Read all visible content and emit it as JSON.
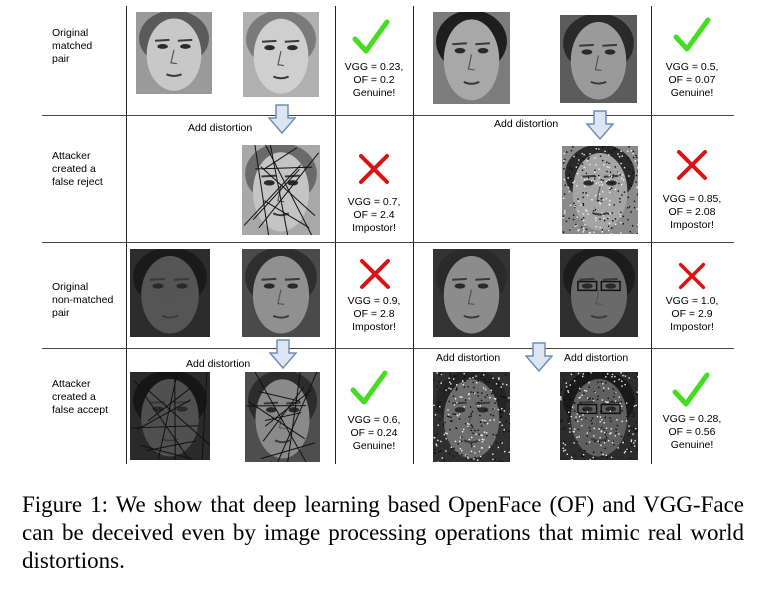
{
  "rows": [
    {
      "label": [
        "Original",
        "matched",
        "pair"
      ],
      "left_result": {
        "mark": "check",
        "lines": [
          "VGG = 0.23,",
          "OF = 0.2",
          "Genuine!"
        ]
      },
      "right_result": {
        "mark": "check",
        "lines": [
          "VGG = 0.5,",
          "OF = 0.07",
          "Genuine!"
        ]
      }
    },
    {
      "label": [
        "Attacker",
        "created a",
        "false reject"
      ],
      "left_result": {
        "mark": "cross",
        "lines": [
          "VGG = 0.7,",
          "OF = 2.4",
          "Impostor!"
        ]
      },
      "right_result": {
        "mark": "cross",
        "lines": [
          "VGG = 0.85,",
          "OF = 2.08",
          "Impostor!"
        ]
      }
    },
    {
      "label": [
        "Original",
        "non-matched",
        "pair"
      ],
      "left_result": {
        "mark": "cross",
        "lines": [
          "VGG = 0.9,",
          "OF = 2.8",
          "Impostor!"
        ]
      },
      "right_result": {
        "mark": "cross",
        "lines": [
          "VGG = 1.0,",
          "OF = 2.9",
          "Impostor!"
        ]
      }
    },
    {
      "label": [
        "Attacker",
        "created a",
        "false accept"
      ],
      "left_result": {
        "mark": "check",
        "lines": [
          "VGG = 0.6,",
          "OF = 0.24",
          "Genuine!"
        ]
      },
      "right_result": {
        "mark": "check",
        "lines": [
          "VGG = 0.28,",
          "OF = 0.56",
          "Genuine!"
        ]
      }
    }
  ],
  "distortion_label": "Add distortion",
  "caption": "Figure 1:  We show that deep learning based OpenFace (OF) and VGG-Face can be deceived even by image processing operations that mimic real world distortions.",
  "colors": {
    "check": "#44dd22",
    "cross": "#dd1111",
    "arrow_fill": "#dce6f2",
    "arrow_stroke": "#6f8fb5"
  }
}
